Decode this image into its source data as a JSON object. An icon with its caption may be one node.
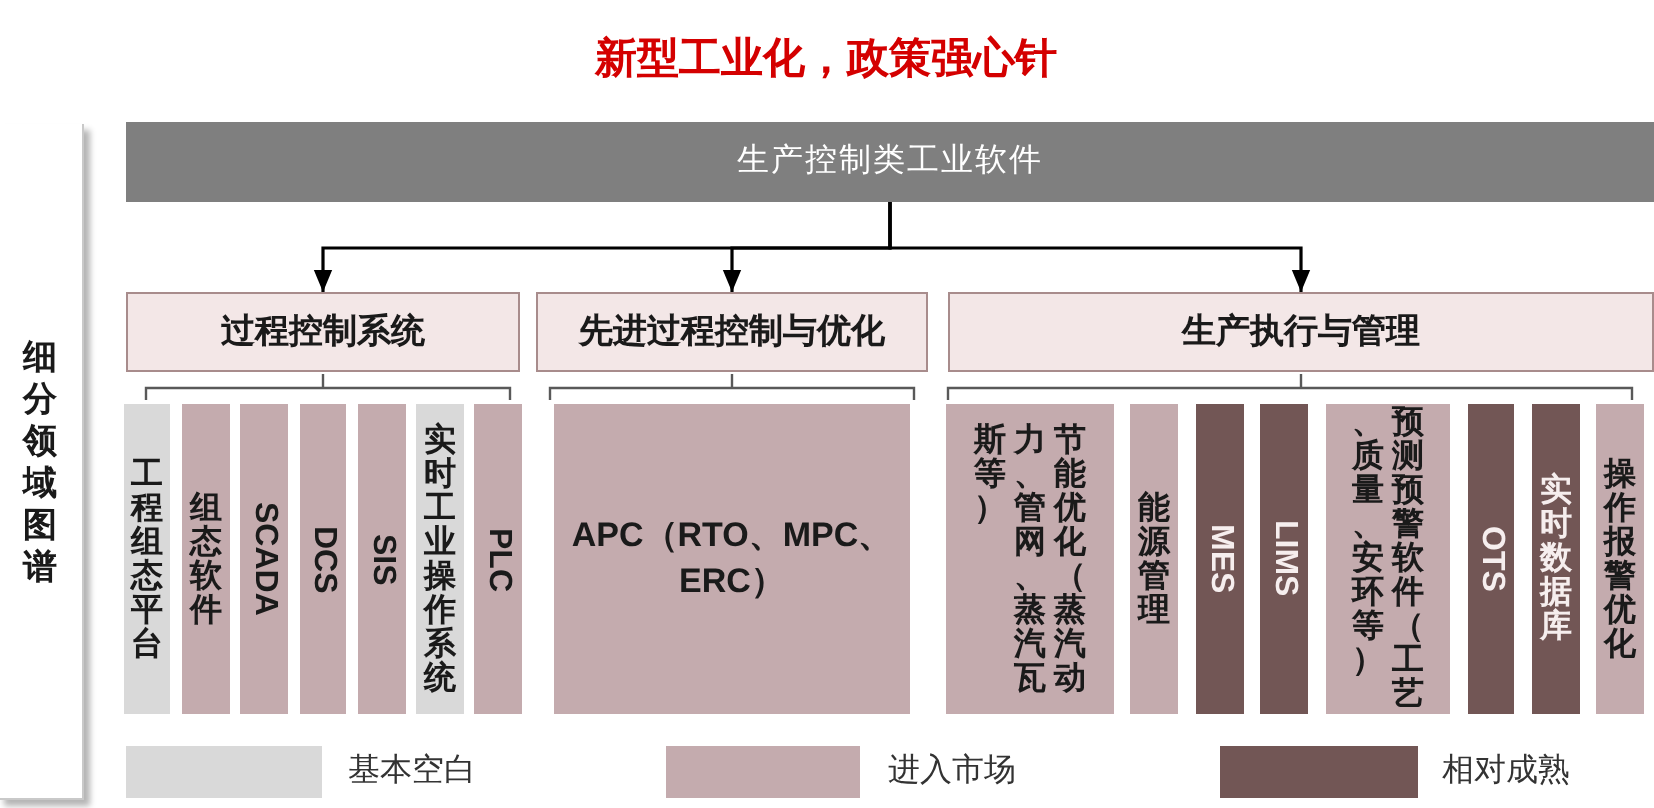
{
  "diagram": {
    "title": "新型工业化，政策强心针",
    "nodes": [
      {
        "text": [
          "细分领域图谱"
        ]
      },
      {
        "text": [
          "生产控制类工业软件"
        ]
      },
      {
        "text": [
          "过程控制系统"
        ]
      },
      {
        "text": [
          "先进过程控制与优化"
        ]
      },
      {
        "text": [
          "生产执行与管理"
        ]
      },
      {
        "text": [
          "工程组态平台"
        ]
      },
      {
        "text": [
          "组态软件"
        ]
      },
      {
        "text": [
          "SCADA"
        ]
      },
      {
        "text": [
          "DCS"
        ]
      },
      {
        "text": [
          "SIS"
        ]
      },
      {
        "text": [
          "实时工业操作系统"
        ]
      },
      {
        "text": [
          "PLC"
        ]
      },
      {
        "text": [
          "APC（RTO、MPC、ERC）"
        ]
      },
      {
        "text": [
          "节能优化（蒸汽动力、管网、蒸汽瓦斯等）"
        ]
      },
      {
        "text": [
          "能源管理"
        ]
      },
      {
        "text": [
          "MES"
        ]
      },
      {
        "text": [
          "LIMS"
        ]
      },
      {
        "text": [
          "预测预警软件（工艺、质量、安环等）"
        ]
      },
      {
        "text": [
          "OTS"
        ]
      },
      {
        "text": [
          "实时数据库"
        ]
      },
      {
        "text": [
          "操作报警优化"
        ]
      }
    ],
    "edges": [
      {
        "from": 1,
        "to": 2,
        "arrow": "to"
      },
      {
        "from": 1,
        "to": 3,
        "arrow": "to"
      },
      {
        "from": 1,
        "to": 4,
        "arrow": "to"
      }
    ],
    "legend": [
      {
        "text": "基本空白",
        "color": "#d9d9d9"
      },
      {
        "text": "进入市场",
        "color": "#c4abae"
      },
      {
        "text": "相对成熟",
        "color": "#725655"
      }
    ]
  }
}
